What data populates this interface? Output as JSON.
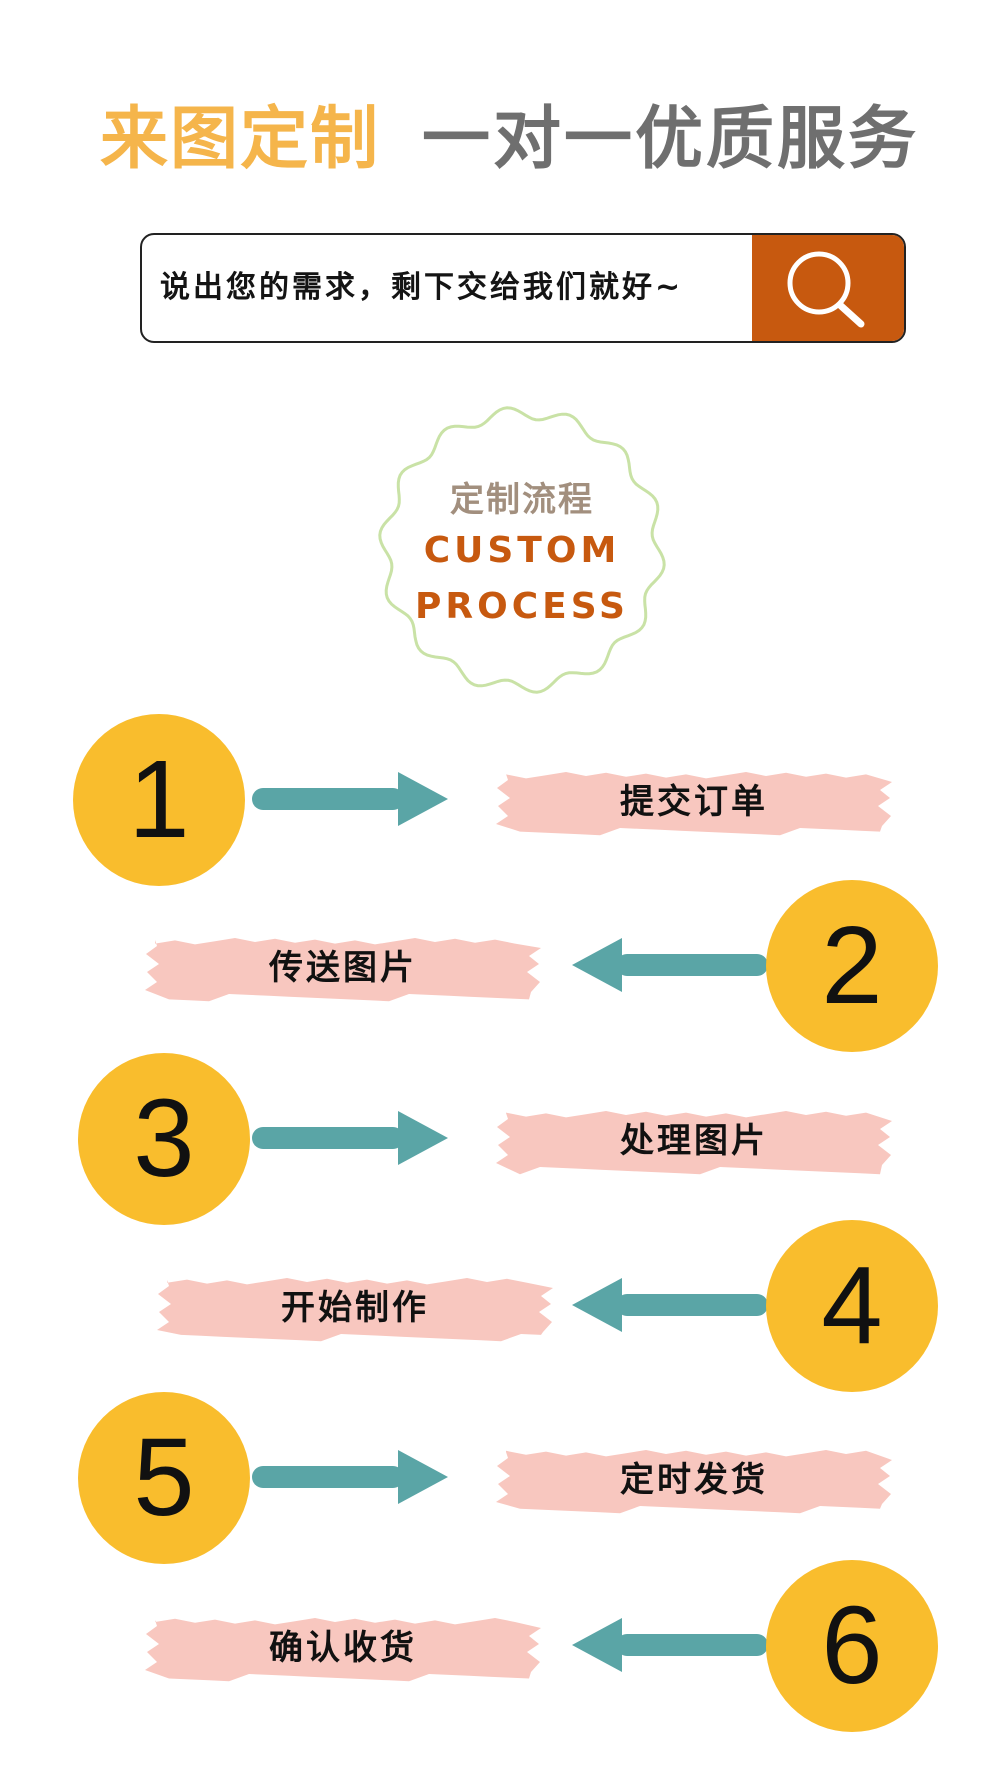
{
  "header": {
    "accent": "来图定制",
    "main": "一对一优质服务"
  },
  "search": {
    "text": "说出您的需求，剩下交给我们就好~",
    "icon": "search-icon",
    "button_color": "#C7590F"
  },
  "badge": {
    "cn": "定制流程",
    "en_line1": "CUSTOM",
    "en_line2": "PROCESS"
  },
  "steps": [
    {
      "number": "1",
      "label": "提交订单"
    },
    {
      "number": "2",
      "label": "传送图片"
    },
    {
      "number": "3",
      "label": "处理图片"
    },
    {
      "number": "4",
      "label": "开始制作"
    },
    {
      "number": "5",
      "label": "定时发货"
    },
    {
      "number": "6",
      "label": "确认收货"
    }
  ],
  "colors": {
    "accent": "#F5B54B",
    "title_gray": "#6F6F6F",
    "circle": "#F9BD2D",
    "arrow": "#5AA5A6",
    "label_bg": "#F8C7BF",
    "badge_border": "#C9E2A6"
  }
}
